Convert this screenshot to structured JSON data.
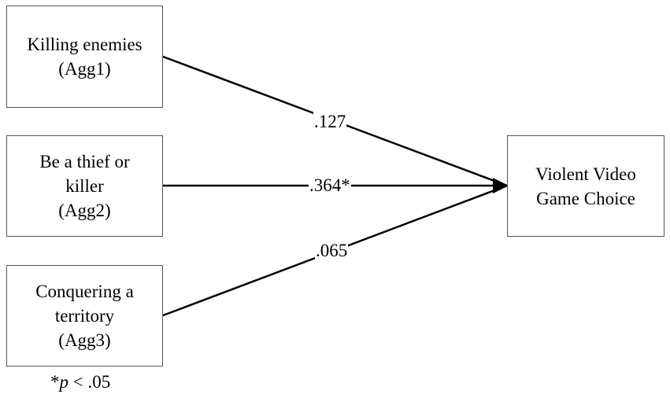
{
  "predictors": [
    {
      "line1": "Killing enemies",
      "line2": "(Agg1)",
      "line3": ""
    },
    {
      "line1": "Be a thief or",
      "line2": "killer",
      "line3": "(Agg2)"
    },
    {
      "line1": "Conquering a",
      "line2": "territory",
      "line3": "(Agg3)"
    }
  ],
  "outcome": {
    "line1": "Violent Video",
    "line2": "Game Choice"
  },
  "paths": [
    {
      "from": "Agg1",
      "to": "Violent Video Game Choice",
      "coefficient": ".127"
    },
    {
      "from": "Agg2",
      "to": "Violent Video Game Choice",
      "coefficient": ".364*"
    },
    {
      "from": "Agg3",
      "to": "Violent Video Game Choice",
      "coefficient": ".065"
    }
  ],
  "note": {
    "prefix": "*",
    "symbol": "p",
    "suffix": " < .05"
  },
  "colors": {
    "line": "#000000",
    "box_border": "#555555",
    "background": "#ffffff"
  }
}
